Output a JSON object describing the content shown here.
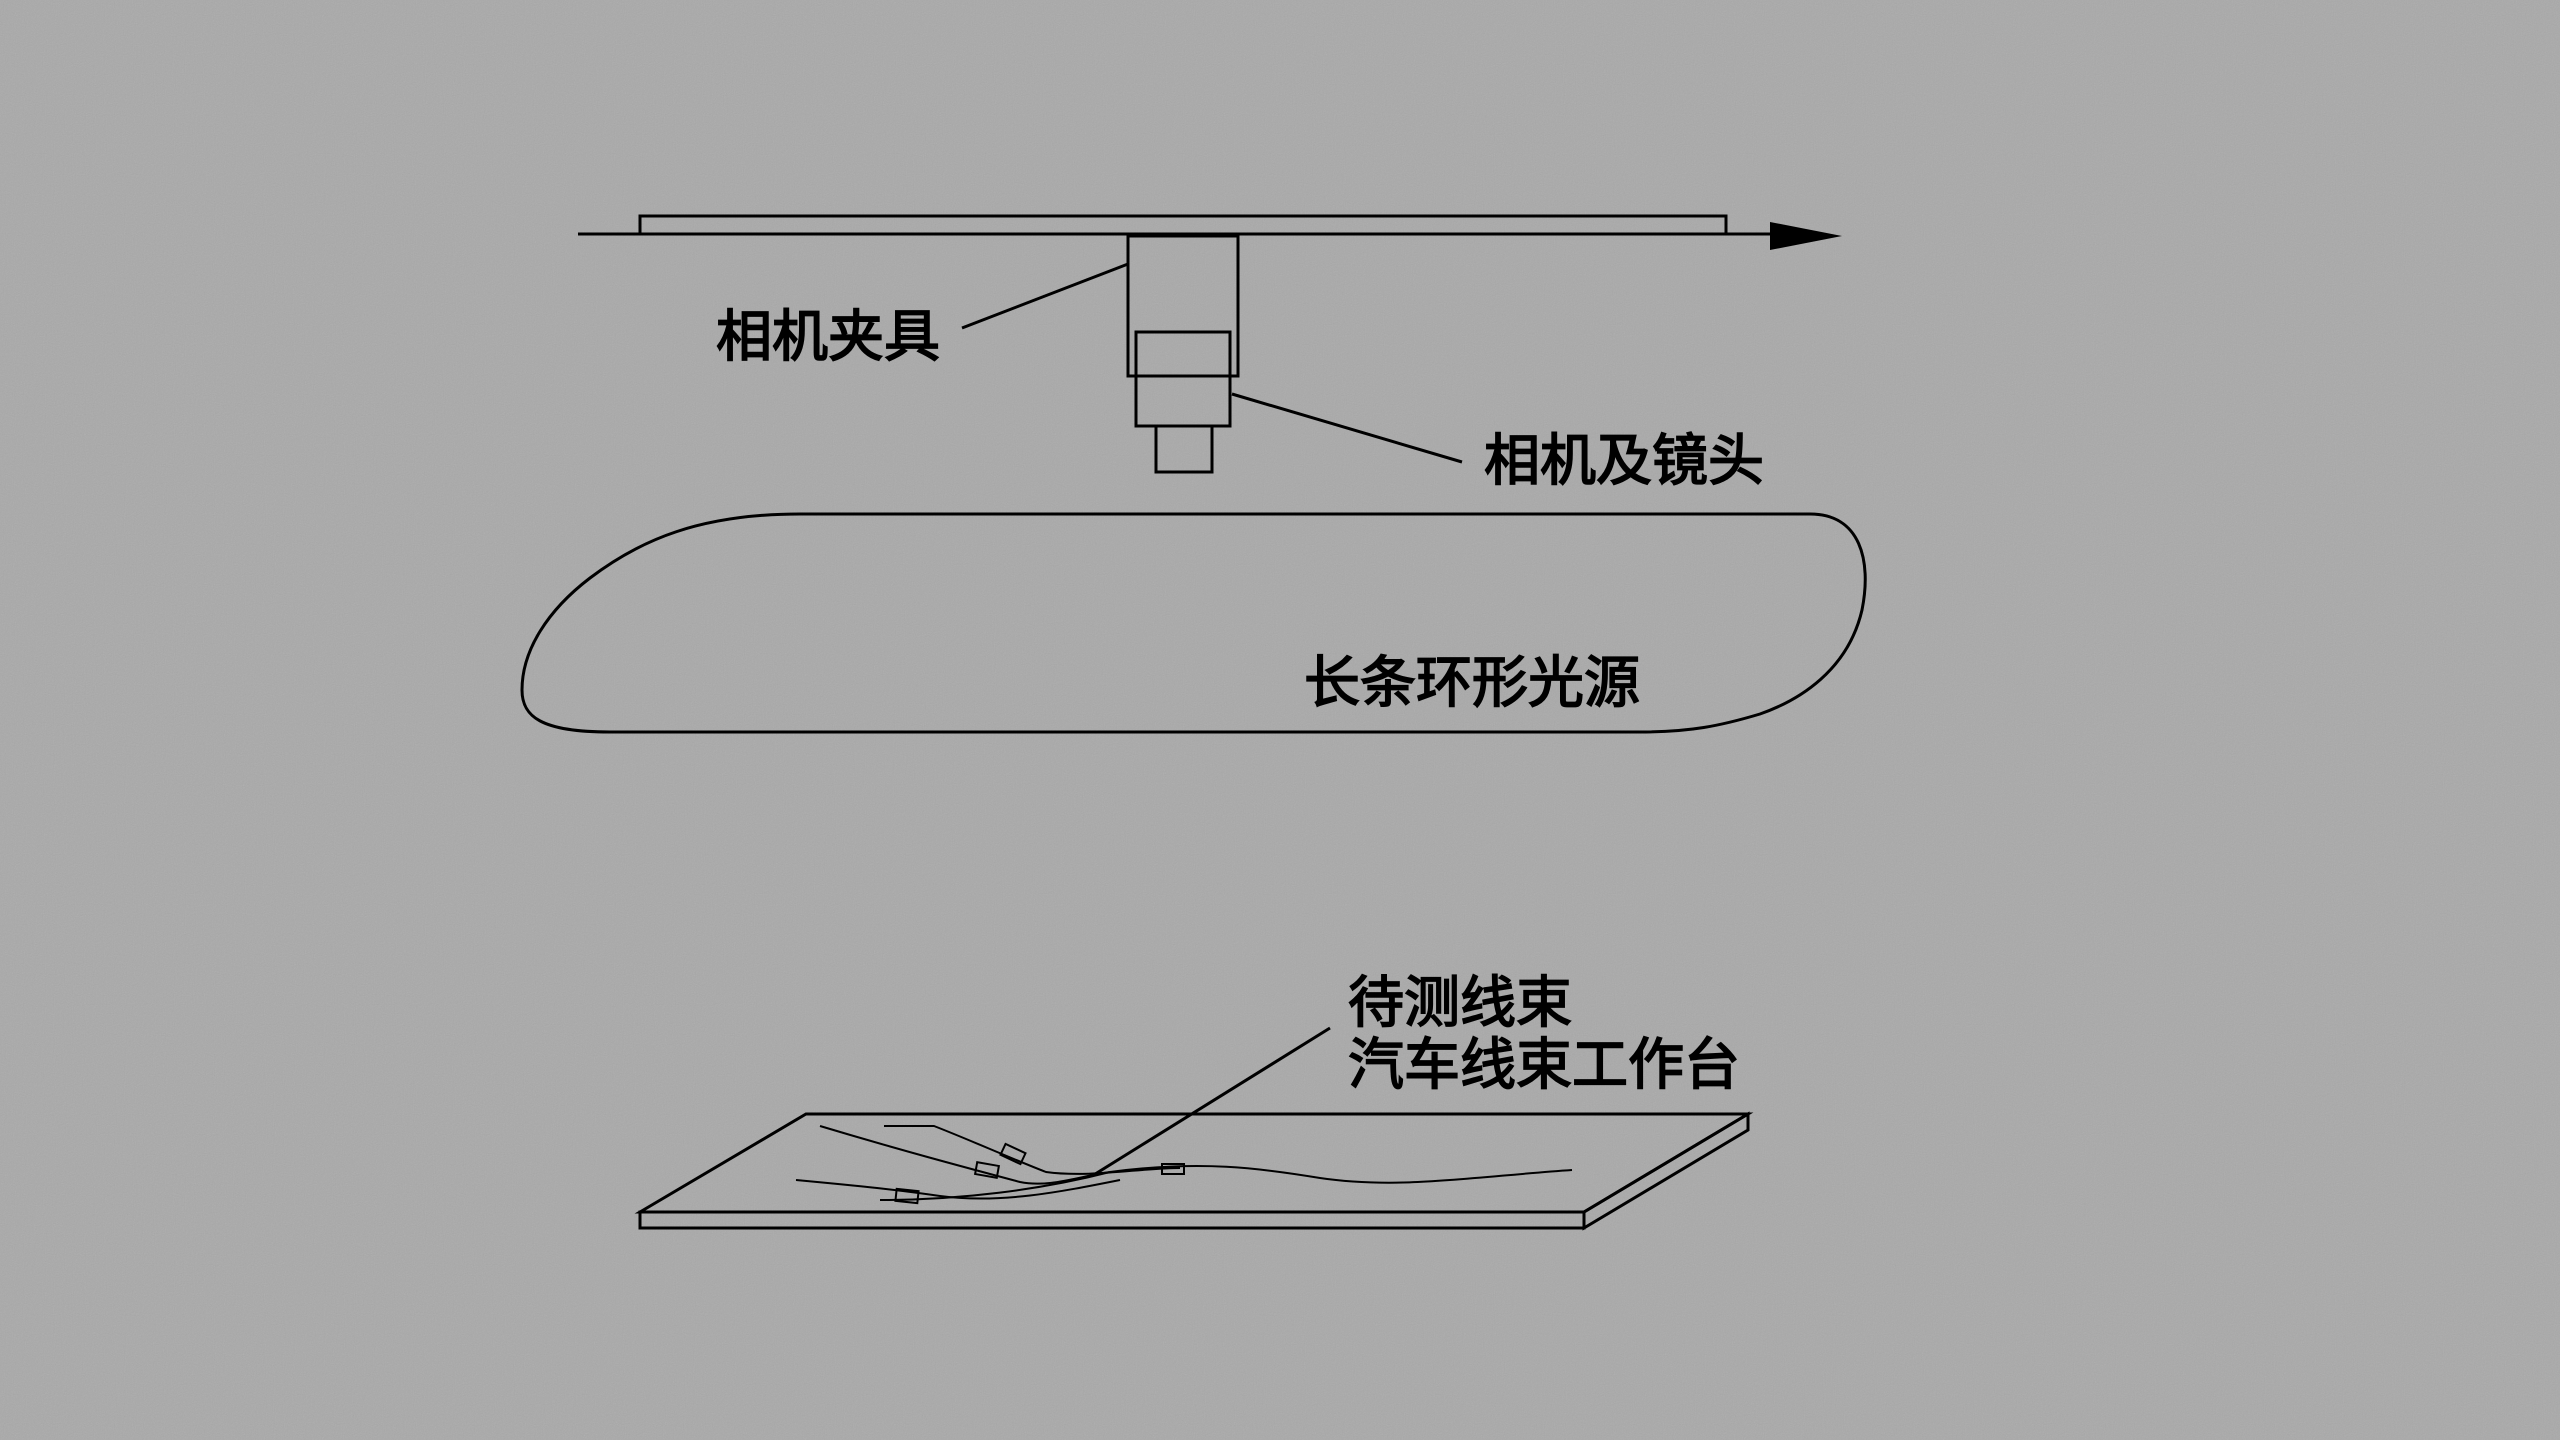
{
  "diagram": {
    "labels": {
      "camera_fixture": "相机夹具",
      "camera_lens": "相机及镜头",
      "ring_light": "长条环形光源",
      "harness_under_test": "待测线束",
      "workbench": "汽车线束工作台"
    },
    "colors": {
      "background": "#a9a9a9",
      "ink": "#000000"
    }
  }
}
